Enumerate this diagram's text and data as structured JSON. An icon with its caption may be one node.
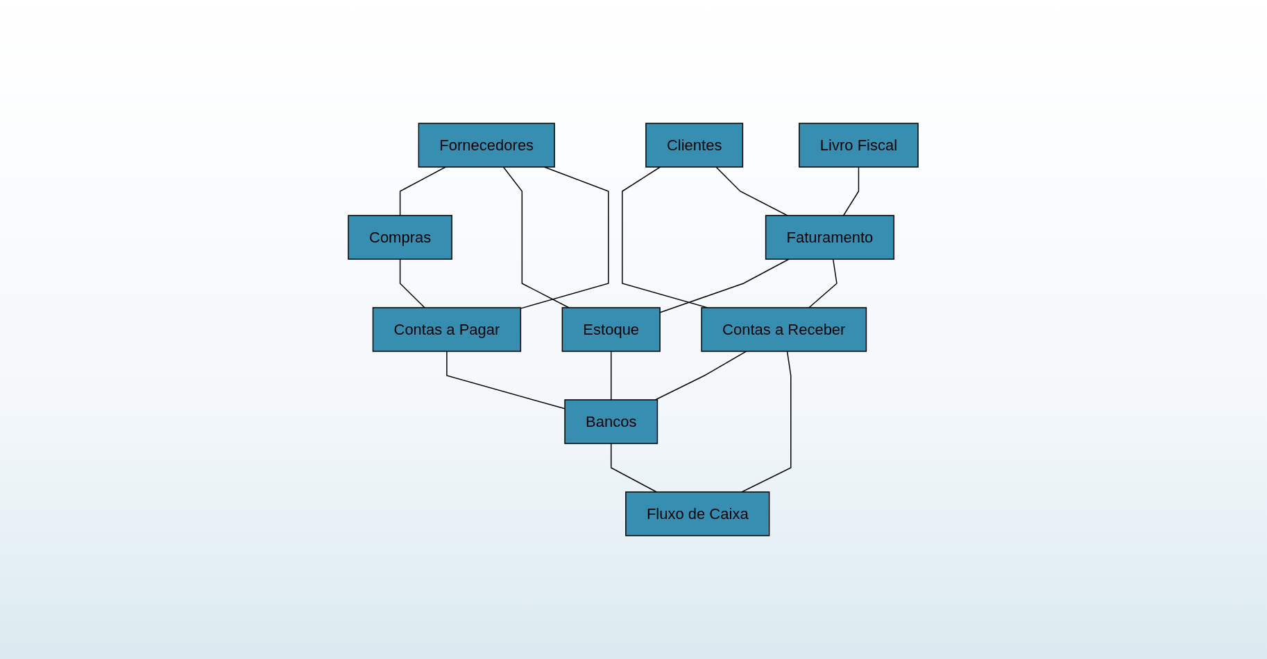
{
  "diagram": {
    "nodes": [
      {
        "text": [
          "Fornecedores"
        ]
      },
      {
        "text": [
          "Compras"
        ]
      },
      {
        "text": [
          "Clientes"
        ]
      },
      {
        "text": [
          "Livro Fiscal"
        ]
      },
      {
        "text": [
          "Faturamento"
        ]
      },
      {
        "text": [
          "Estoque"
        ]
      },
      {
        "text": [
          "Contas a Pagar"
        ]
      },
      {
        "text": [
          "Contas a Receber"
        ]
      },
      {
        "text": [
          "Bancos"
        ]
      },
      {
        "text": [
          "Fluxo de Caixa"
        ]
      }
    ],
    "edges": [
      {
        "from": 0,
        "to": 1,
        "arrow": "none"
      },
      {
        "from": 0,
        "to": 5,
        "arrow": "none"
      },
      {
        "from": 0,
        "to": 6,
        "arrow": "none"
      },
      {
        "from": 1,
        "to": 6,
        "arrow": "none"
      },
      {
        "from": 2,
        "to": 7,
        "arrow": "none"
      },
      {
        "from": 2,
        "to": 4,
        "arrow": "none"
      },
      {
        "from": 3,
        "to": 4,
        "arrow": "none"
      },
      {
        "from": 4,
        "to": 5,
        "arrow": "none"
      },
      {
        "from": 4,
        "to": 7,
        "arrow": "none"
      },
      {
        "from": 5,
        "to": 8,
        "arrow": "none"
      },
      {
        "from": 6,
        "to": 8,
        "arrow": "none"
      },
      {
        "from": 7,
        "to": 8,
        "arrow": "none"
      },
      {
        "from": 8,
        "to": 9,
        "arrow": "none"
      },
      {
        "from": 7,
        "to": 9,
        "arrow": "none"
      }
    ]
  }
}
